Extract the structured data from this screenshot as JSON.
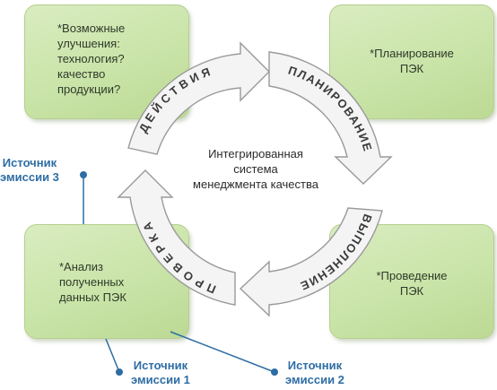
{
  "boxes": {
    "actions": "*Возможные\nулучшения:\nтехнология?\nкачество\nпродукции?",
    "planning": "*Планирование\nПЭК",
    "analysis": "*Анализ\nполученных\nданных ПЭК",
    "execution": "*Проведение\nПЭК"
  },
  "cycle": {
    "center": "Интегрированная\nсистема\nменеджмента качества",
    "actions_label": "ДЕЙСТВИЯ",
    "planning_label": "ПЛАНИРОВАНИЕ",
    "execution_label": "ВЫПОЛНЕНИЕ",
    "check_label": "ПРОВЕРКА"
  },
  "sources": {
    "source_3": "Источник\nэмиссии 3",
    "source_1": "Источник\nэмиссии 1",
    "source_2": "Источник\nэмиссии 2"
  },
  "colors": {
    "box_green": "#c8e3a6",
    "arrow_fill": "#f4f4f4",
    "arrow_stroke": "#9a9a9a",
    "source_blue": "#2e6da4"
  }
}
